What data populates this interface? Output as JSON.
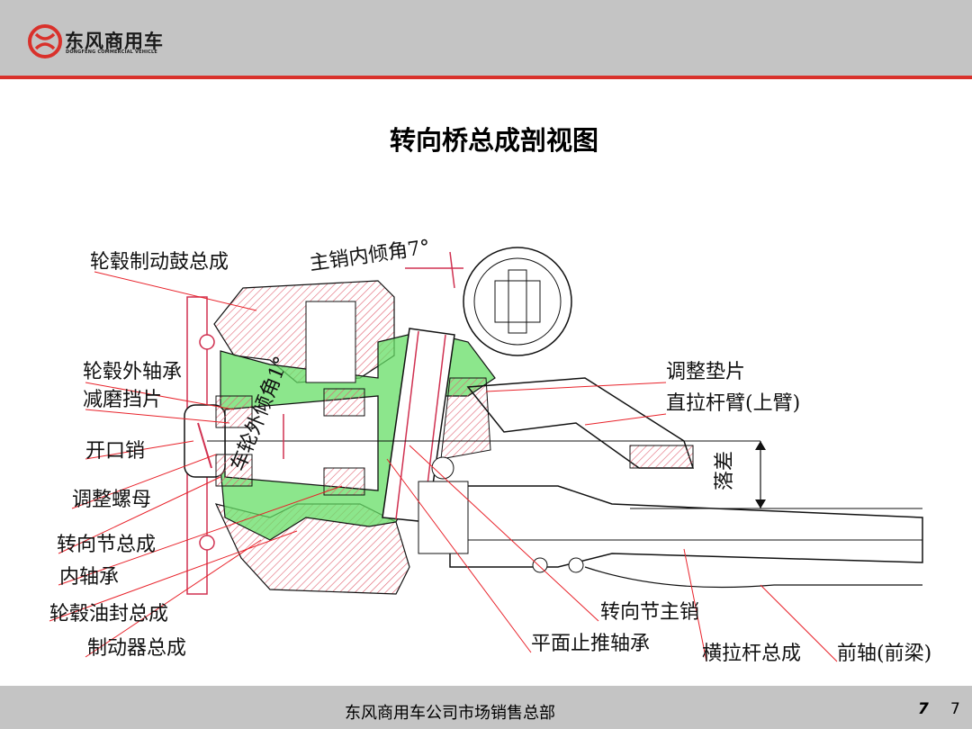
{
  "header": {
    "brand_name": "东风商用车",
    "brand_subtitle": "DONGFENG COMMERCIAL VEHICLE",
    "accent_color": "#d9312b",
    "bar_color": "#c4c4c4"
  },
  "slide": {
    "title": "转向桥总成剖视图"
  },
  "diagram": {
    "angle_label": "主销内倾角7°",
    "camber_label": "车轮外倾角1°",
    "drop_label": "落差",
    "labels": {
      "hub_brake_drum": "轮毂制动鼓总成",
      "hub_outer_bearing": "轮毂外轴承",
      "wear_washer": "减磨挡片",
      "cotter_pin": "开口销",
      "adjusting_nut": "调整螺母",
      "knuckle_assembly": "转向节总成",
      "inner_bearing": "内轴承",
      "hub_oil_seal": "轮毂油封总成",
      "brake_assembly": "制动器总成",
      "shim": "调整垫片",
      "drag_link_arm": "直拉杆臂(上臂)",
      "kingpin": "转向节主销",
      "thrust_bearing": "平面止推轴承",
      "tie_rod": "横拉杆总成",
      "front_axle": "前轴(前梁)"
    },
    "colors": {
      "leader": "#e8222a",
      "section": "#55cc55",
      "hatch": "#e06070",
      "outline": "#111111"
    }
  },
  "footer": {
    "text": "东风商用车公司市场销售总部",
    "page_italic": "7",
    "page": "7"
  }
}
